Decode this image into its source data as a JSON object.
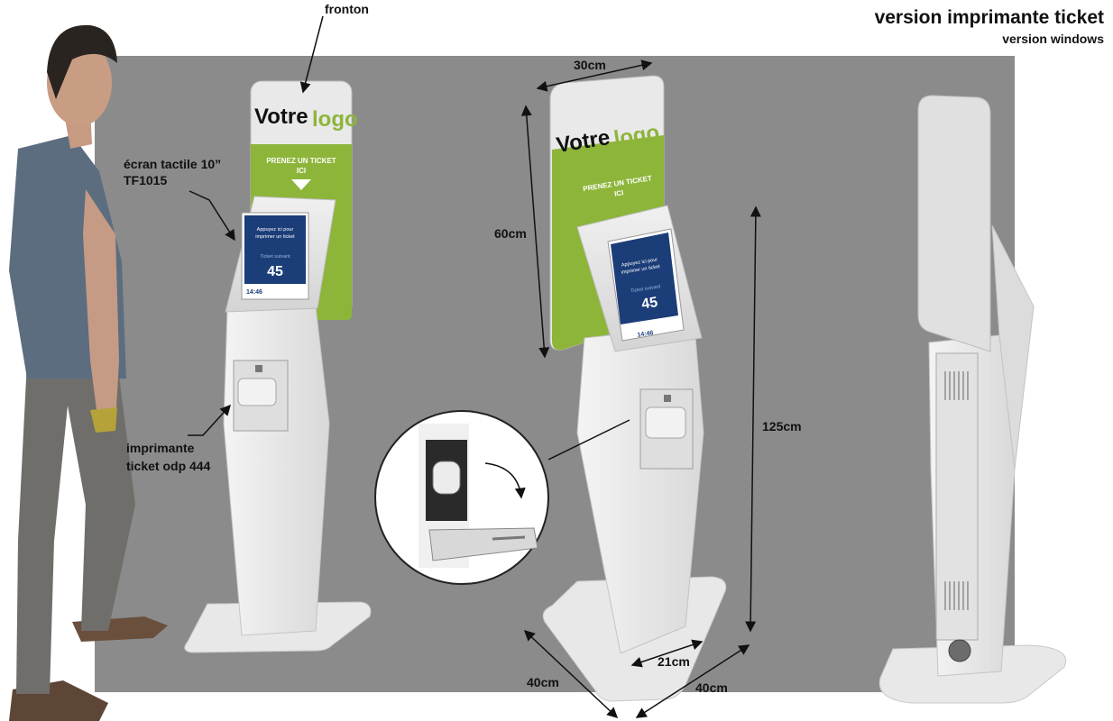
{
  "header": {
    "title": "version imprimante ticket",
    "subtitle": "version windows"
  },
  "labels": {
    "fronton": "fronton",
    "screen_line1": "écran tactile 10”",
    "screen_line2": "TF1015",
    "printer_line1": "imprimante",
    "printer_line2": "ticket odp 444"
  },
  "brand": {
    "logo_part1": "Votre",
    "logo_part2": "logo"
  },
  "panel": {
    "banner_line1": "PRENEZ UN TICKET",
    "banner_line2": "ICI"
  },
  "screen": {
    "prompt_line1": "Appuyez ici pour",
    "prompt_line2": "imprimer un ticket",
    "next_label": "Ticket suivant",
    "number": "45",
    "time": "14:46"
  },
  "dimensions": {
    "width_top": "30cm",
    "height_panel": "60cm",
    "height_total": "125cm",
    "depth_column": "21cm",
    "base_left": "40cm",
    "base_right": "40cm"
  },
  "colors": {
    "background_panel": "#8b8b8b",
    "accent_green": "#8db53a",
    "screen_blue": "#1b3d78",
    "kiosk_white": "#eeeeee"
  }
}
